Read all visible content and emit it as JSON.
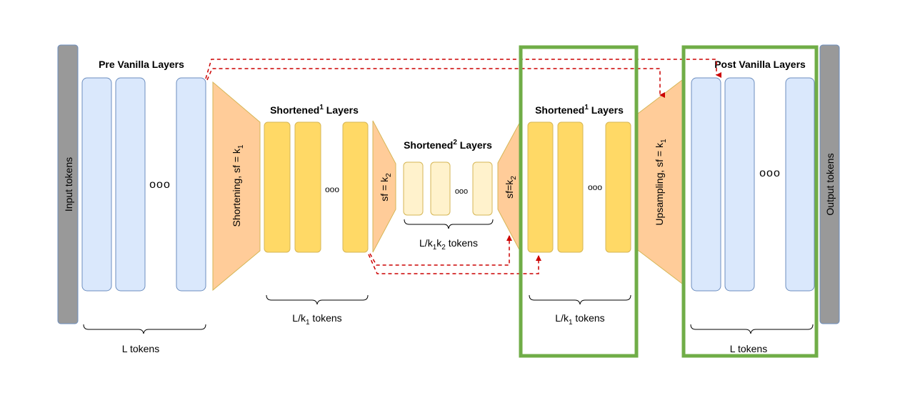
{
  "diagram": {
    "colors": {
      "token_bar": "#999999",
      "token_bar_border": "#6c8ebf",
      "vanilla_fill": "#dae8fc",
      "vanilla_border": "#6c8ebf",
      "shortened1_fill": "#ffd966",
      "shortened1_border": "#d6b656",
      "shortened2_fill": "#fff2cc",
      "shortened2_border": "#d6b656",
      "trapezoid_fill": "#ffcc99",
      "trapezoid_border": "#d79b00",
      "skip_arrow": "#cc0000",
      "highlight_box": "#70ad47"
    },
    "input_tokens": "Input tokens",
    "output_tokens": "Output tokens",
    "pre_vanilla": {
      "title": "Pre Vanilla Layers",
      "brace_label": "L tokens"
    },
    "shortening": {
      "label_main": "Shortening, sf = k",
      "label_sub": "1"
    },
    "shortened1_left": {
      "title_main": "Shortened",
      "title_sup": "1",
      "title_rest": " Layers",
      "brace_main": "L/k",
      "brace_sub": "1",
      "brace_rest": " tokens"
    },
    "shortening2": {
      "label_main": "sf = k",
      "label_sub": "2"
    },
    "shortened2": {
      "title_main": "Shortened",
      "title_sup": "2",
      "title_rest": " Layers",
      "brace_a": "L/k",
      "brace_sub1": "1",
      "brace_b": "k",
      "brace_sub2": "2",
      "brace_rest": " tokens"
    },
    "upsampling2": {
      "label_main": "sf=k",
      "label_sub": "2"
    },
    "shortened1_right": {
      "title_main": "Shortened",
      "title_sup": "1",
      "title_rest": " Layers",
      "brace_main": "L/k",
      "brace_sub": "1",
      "brace_rest": " tokens"
    },
    "upsampling": {
      "label_main": "Upsampling, sf = k",
      "label_sub": "1"
    },
    "post_vanilla": {
      "title": "Post Vanilla Layers",
      "brace_label": "L tokens"
    },
    "ellipsis": "ooo"
  }
}
